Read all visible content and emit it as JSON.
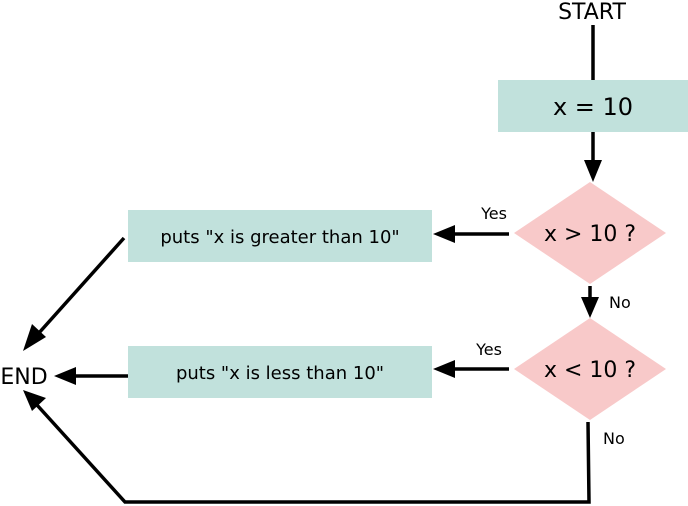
{
  "flowchart": {
    "start_label": "START",
    "end_label": "END",
    "assign_label": "x = 10",
    "decision_greater": "x > 10 ?",
    "decision_less": "x < 10 ?",
    "action_greater": "puts \"x is greater than 10\"",
    "action_less": "puts \"x is less than 10\"",
    "yes_label_1": "Yes",
    "no_label_1": "No",
    "yes_label_2": "Yes",
    "no_label_2": "No"
  },
  "colors": {
    "process_fill": "#c1e1dc",
    "decision_fill": "#f8c9c9",
    "line": "#000000",
    "background": "#ffffff"
  }
}
